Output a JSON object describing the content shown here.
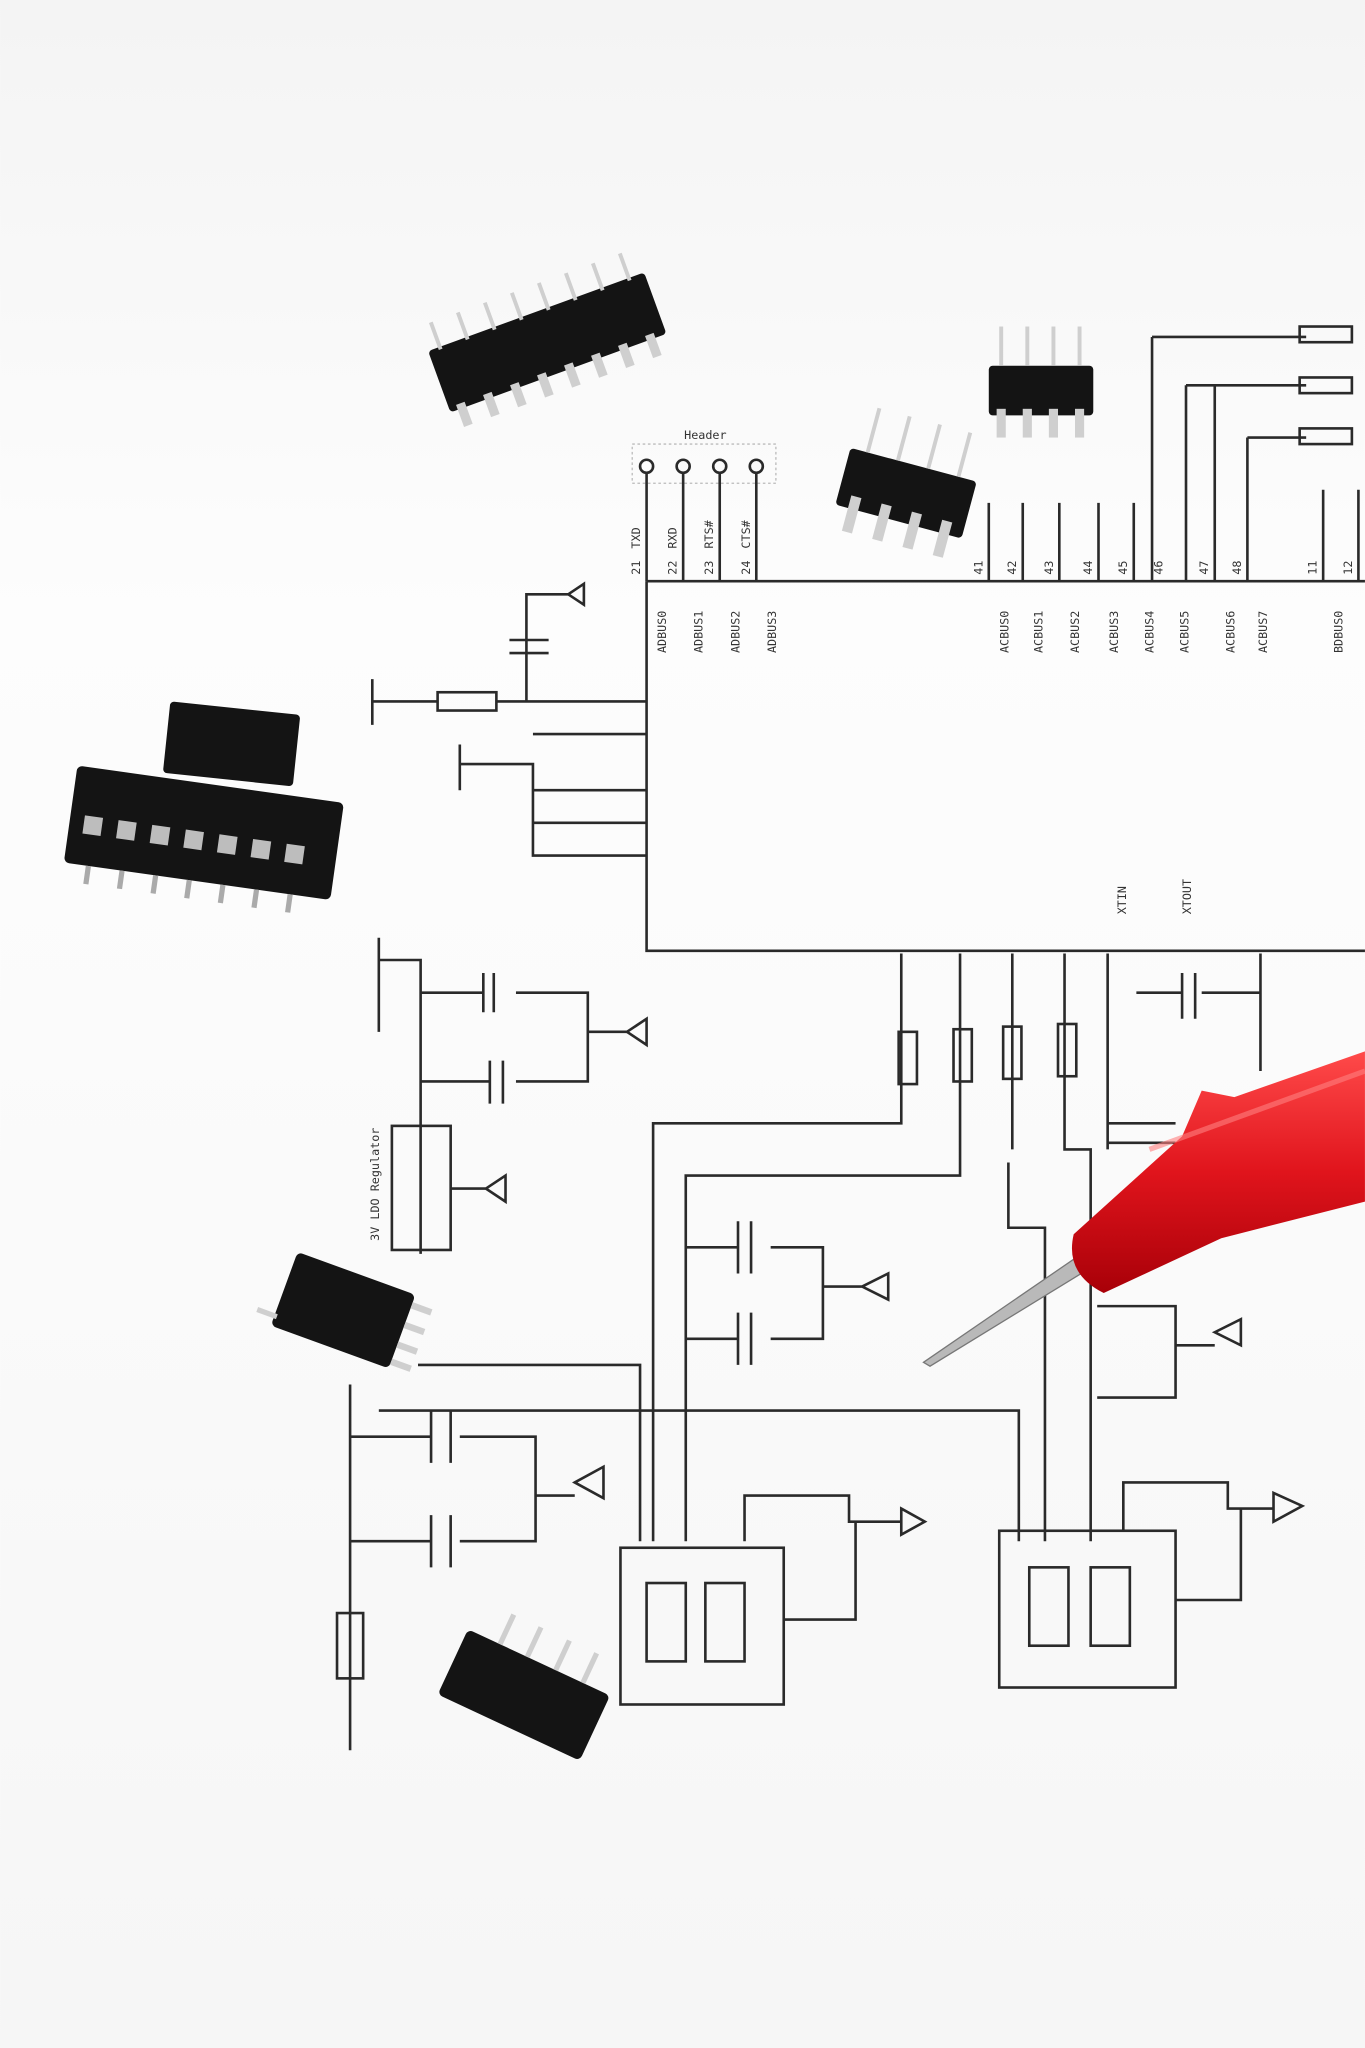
{
  "scene": {
    "description_visible_text": true,
    "header_label": "Header",
    "header_pins": [
      {
        "num": "21",
        "name": "TXD"
      },
      {
        "num": "22",
        "name": "RXD"
      },
      {
        "num": "23",
        "name": "RTS#"
      },
      {
        "num": "24",
        "name": "CTS#"
      }
    ],
    "adbus": [
      "ADBUS0",
      "ADBUS1",
      "ADBUS2",
      "ADBUS3"
    ],
    "acbus_pins": [
      {
        "num": "41",
        "name": "ACBUS0"
      },
      {
        "num": "42",
        "name": "ACBUS1"
      },
      {
        "num": "43",
        "name": "ACBUS2"
      },
      {
        "num": "44",
        "name": "ACBUS3"
      },
      {
        "num": "45",
        "name": "ACBUS4"
      },
      {
        "num": "46",
        "name": "ACBUS5"
      },
      {
        "num": "47",
        "name": "ACBUS6"
      },
      {
        "num": "48",
        "name": "ACBUS7"
      }
    ],
    "bdbus_pins": [
      {
        "num": "11",
        "name": "BDBUS0"
      },
      {
        "num": "12",
        "name": ""
      }
    ],
    "regulator_label": "3V LDO Regulator",
    "crystal_labels": [
      "XTIN",
      "XTOUT"
    ],
    "colors": {
      "paper": "#ffffff",
      "ink": "#2a2a2a",
      "chip": "#141414",
      "probe": "#e0141c"
    }
  }
}
